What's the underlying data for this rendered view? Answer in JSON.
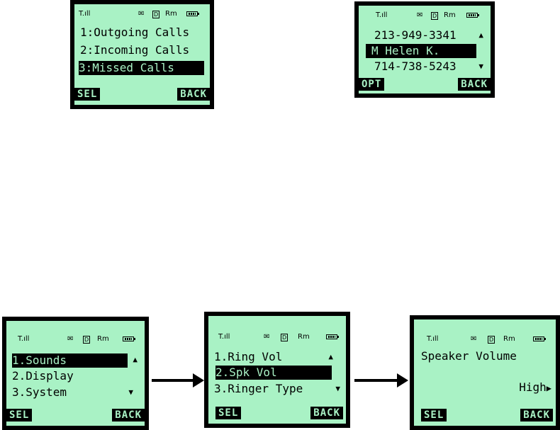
{
  "status": {
    "rm": "Rm"
  },
  "screens": [
    {
      "id": "call-log",
      "rows": [
        {
          "text": "1:Outgoing Calls",
          "arrow": ""
        },
        {
          "text": "2:Incoming Calls",
          "arrow": ""
        },
        {
          "text": "3:Missed Calls",
          "arrow": ""
        }
      ],
      "soft_left": "SEL",
      "soft_right": "BACK"
    },
    {
      "id": "missed-calls",
      "rows": [
        {
          "text": "213-949-3341",
          "arrow": "▲"
        },
        {
          "text": "M Helen K.",
          "arrow": ""
        },
        {
          "text": "714-738-5243",
          "arrow": "▼"
        }
      ],
      "soft_left": "OPT",
      "soft_right": "BACK"
    },
    {
      "id": "settings-menu",
      "rows": [
        {
          "text": "1.Sounds",
          "arrow": "▲"
        },
        {
          "text": "2.Display",
          "arrow": ""
        },
        {
          "text": "3.System",
          "arrow": "▼"
        }
      ],
      "soft_left": "SEL",
      "soft_right": "BACK"
    },
    {
      "id": "sounds-menu",
      "rows": [
        {
          "text": "1.Ring Vol",
          "arrow": "▲"
        },
        {
          "text": "2.Spk Vol",
          "arrow": ""
        },
        {
          "text": "3.Ringer Type",
          "arrow": "▼"
        }
      ],
      "soft_left": "SEL",
      "soft_right": "BACK"
    },
    {
      "id": "speaker-volume",
      "rows": [
        {
          "text": "Speaker Volume",
          "arrow": ""
        },
        {
          "text": "",
          "arrow": ""
        },
        {
          "text": "High",
          "arrow": "▶"
        }
      ],
      "soft_left": "SEL",
      "soft_right": "BACK"
    }
  ],
  "colors": {
    "lcd": "#a9f2c5",
    "bezel": "#000000"
  }
}
